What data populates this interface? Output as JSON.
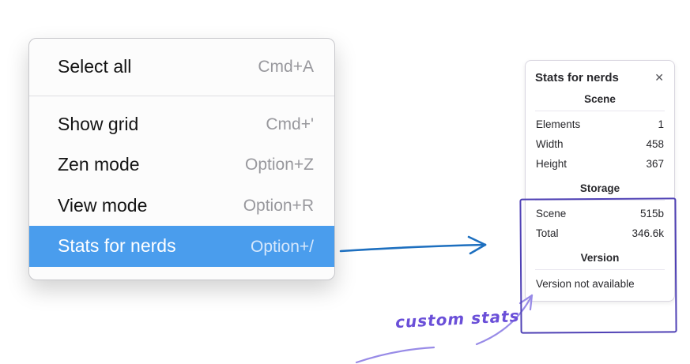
{
  "menu": {
    "items": [
      {
        "label": "Select all",
        "shortcut": "Cmd+A",
        "selected": false
      },
      {
        "label": "Show grid",
        "shortcut": "Cmd+'",
        "selected": false
      },
      {
        "label": "Zen mode",
        "shortcut": "Option+Z",
        "selected": false
      },
      {
        "label": "View mode",
        "shortcut": "Option+R",
        "selected": false
      },
      {
        "label": "Stats for nerds",
        "shortcut": "Option+/",
        "selected": true
      }
    ]
  },
  "stats_panel": {
    "title": "Stats for nerds",
    "close_icon": "✕",
    "sections": [
      {
        "heading": "Scene",
        "rows": [
          [
            "Elements",
            "1"
          ],
          [
            "Width",
            "458"
          ],
          [
            "Height",
            "367"
          ]
        ]
      },
      {
        "heading": "Storage",
        "rows": [
          [
            "Scene",
            "515b"
          ],
          [
            "Total",
            "346.6k"
          ]
        ]
      },
      {
        "heading": "Version",
        "rows": [],
        "note": "Version not available"
      }
    ]
  },
  "annotation": {
    "label": "custom stats"
  },
  "colors": {
    "menu_highlight_blue": "#4a9ded",
    "flow_arrow_blue": "#1d6fbf",
    "annotation_text_purple": "#6a4fd8",
    "annotation_box_violet": "#4f41b5",
    "annotation_arrow_lavender": "#988be7"
  }
}
